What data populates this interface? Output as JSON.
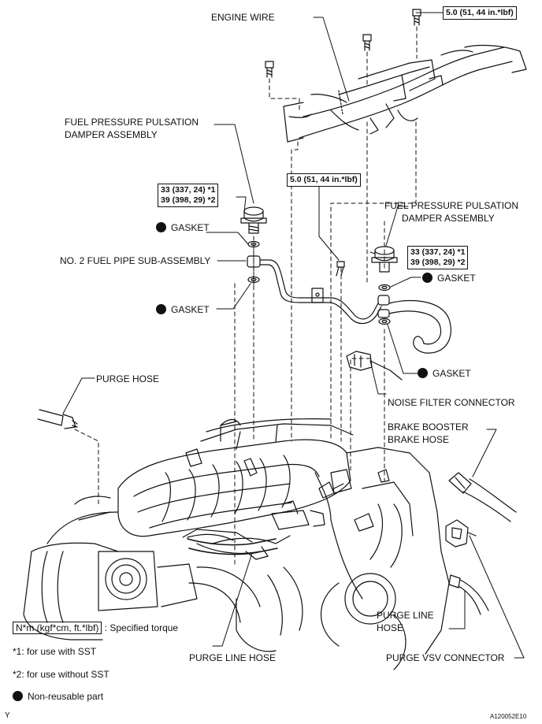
{
  "labels": {
    "engine_wire": "ENGINE WIRE",
    "torque_top": "5.0 (51, 44 in.*lbf)",
    "torque_mid": "5.0 (51, 44 in.*lbf)",
    "damper_left_line1": "FUEL PRESSURE PULSATION",
    "damper_left_line2": "DAMPER ASSEMBLY",
    "damper_right_line1": "FUEL PRESSURE PULSATION",
    "damper_right_line2": "DAMPER ASSEMBLY",
    "torque_left_line1": "33 (337, 24) *1",
    "torque_left_line2": "39 (398, 29) *2",
    "torque_right_line1": "33 (337, 24) *1",
    "torque_right_line2": "39 (398, 29) *2",
    "gasket_upper_left": "GASKET",
    "gasket_lower_left": "GASKET",
    "gasket_right_upper": "GASKET",
    "gasket_right_lower": "GASKET",
    "fuel_pipe": "NO. 2 FUEL PIPE SUB-ASSEMBLY",
    "purge_hose": "PURGE HOSE",
    "noise_filter": "NOISE FILTER CONNECTOR",
    "brake_booster_line1": "BRAKE BOOSTER",
    "brake_booster_line2": "BRAKE HOSE",
    "purge_line_hose_right_line1": "PURGE LINE",
    "purge_line_hose_right_line2": "HOSE",
    "purge_line_hose_bottom": "PURGE LINE HOSE",
    "purge_vsv": "PURGE VSV CONNECTOR"
  },
  "legend": {
    "torque_units": "N*m (kgf*cm, ft.*lbf)",
    "torque_desc": ": Specified torque",
    "note1": "*1: for use with SST",
    "note2": "*2: for use without SST",
    "non_reusable": "Non-reusable part"
  },
  "footer": {
    "left_mark": "Y",
    "figure_code": "A120052E10"
  }
}
